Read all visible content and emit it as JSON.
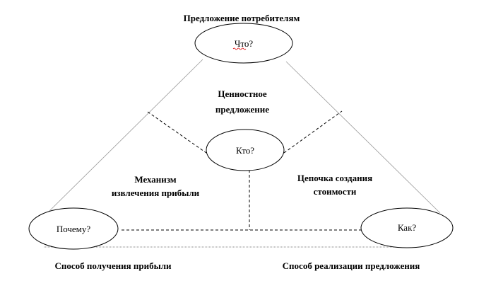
{
  "diagram": {
    "top_caption": "Предложение потребителям",
    "nodes": {
      "what": "Что?",
      "who": "Кто?",
      "why": "Почему?",
      "how": "Как?"
    },
    "regions": {
      "value_line1": "Ценностное",
      "value_line2": "предложение",
      "profit_line1": "Механизм",
      "profit_line2": "извлечения прибыли",
      "chain_line1": "Цепочка создания",
      "chain_line2": "стоимости"
    },
    "bottom_left_caption": "Способ получения прибыли",
    "bottom_right_caption": "Способ реализации предложения"
  }
}
